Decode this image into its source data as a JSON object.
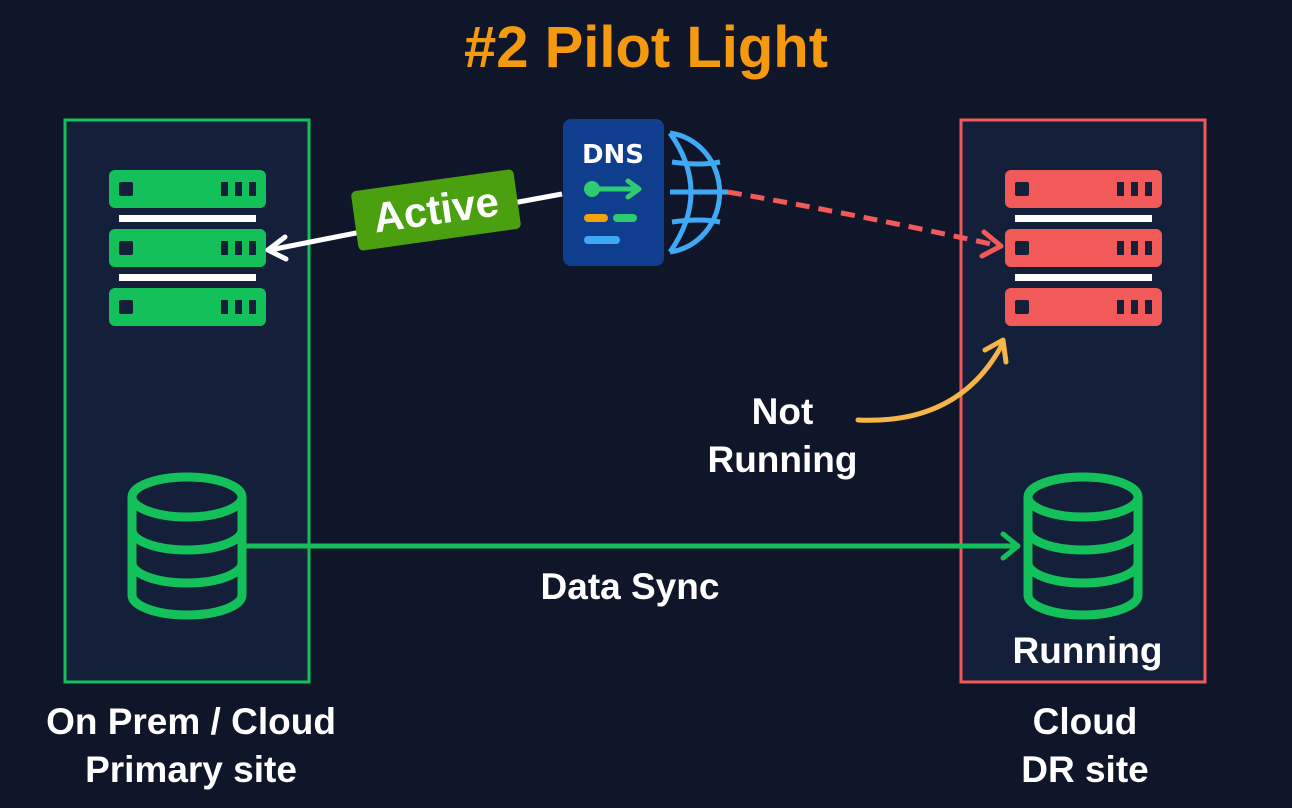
{
  "title": "#2 Pilot Light",
  "colors": {
    "background": "#10162a",
    "title": "#f59a0f",
    "primary_green": "#13c05a",
    "dr_red": "#f25a5a",
    "active_badge": "#4aa00f",
    "annotation_orange": "#f6b548",
    "dns_blue": "#0f3e8e",
    "globe_blue": "#3fa9f5"
  },
  "primary_site": {
    "label_line1": "On Prem / Cloud",
    "label_line2": "Primary site",
    "server_state": "active",
    "icons": [
      "server-stack-icon",
      "database-icon"
    ]
  },
  "dr_site": {
    "label_line1": "Cloud",
    "label_line2": "DR site",
    "server_state": "not running",
    "database_status": "Running",
    "icons": [
      "server-stack-icon",
      "database-icon"
    ]
  },
  "dns": {
    "label": "DNS",
    "icons": [
      "dns-document-icon",
      "globe-icon"
    ],
    "active_label": "Active"
  },
  "annotations": {
    "not_running_line1": "Not",
    "not_running_line2": "Running",
    "data_sync": "Data Sync"
  }
}
